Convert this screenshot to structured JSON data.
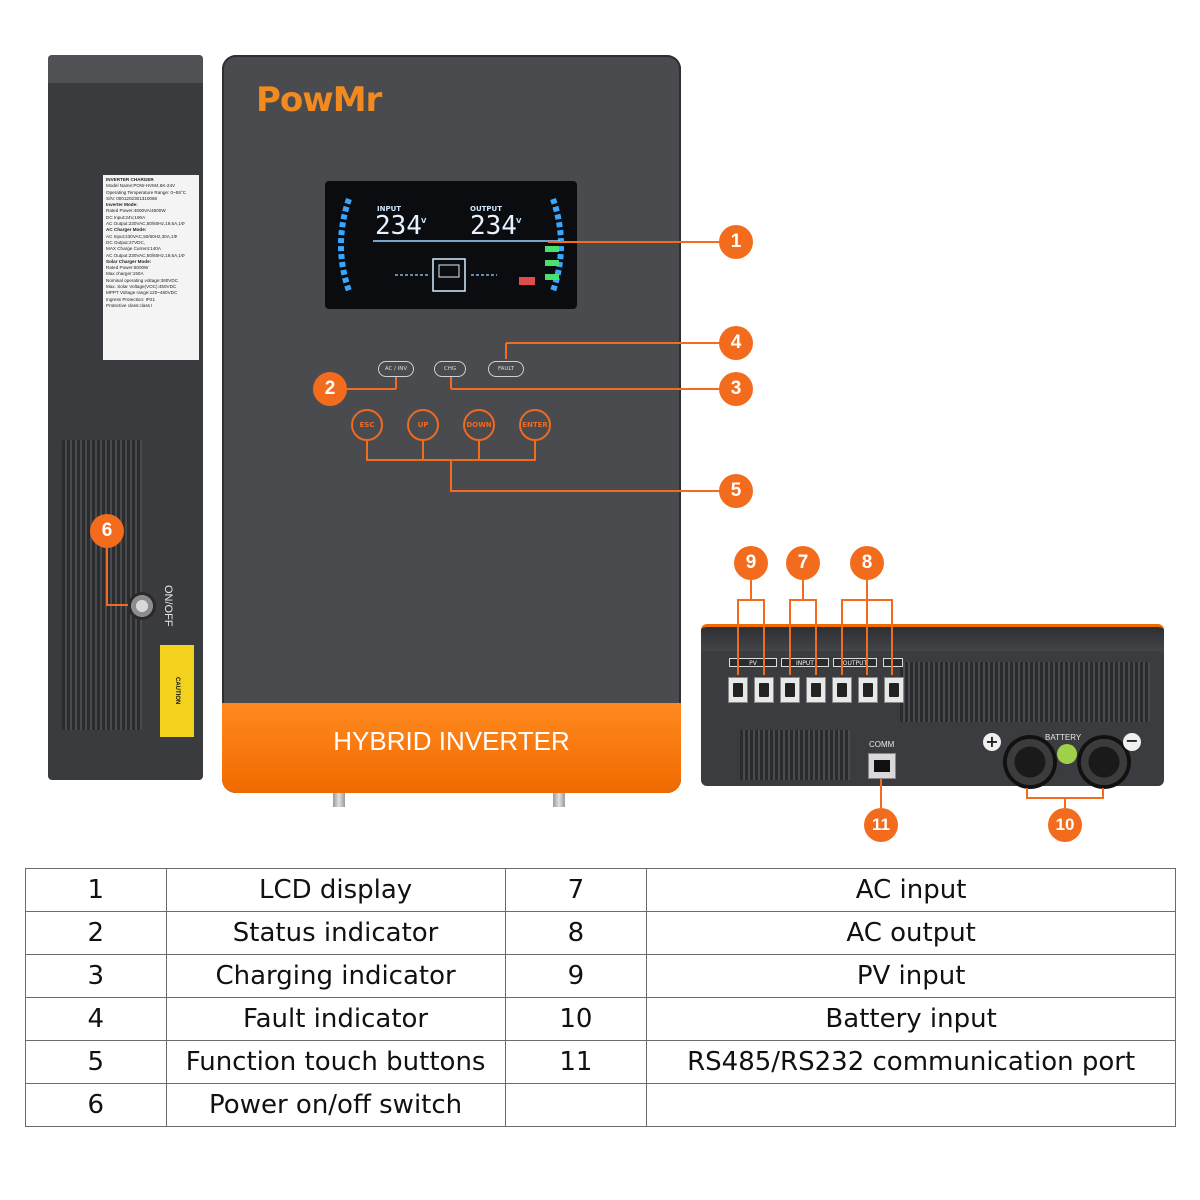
{
  "brand": "PowMr",
  "front_label": "HYBRID INVERTER",
  "side": {
    "switch_label": "ON/OFF",
    "caution": "CAUTION",
    "sticker_lines": [
      "INVERTER CHARGER",
      "Model Name:POW-HVM4.6K-24V",
      "Operating Temperature Range: 0~55°C",
      "S/N: 0001202301310086",
      "Inverter Mode:",
      "Rated Power:4600VA/4600W",
      "DC Input:24V,190A",
      "AC Output:230VAC,50/60Hz,19.5A,1Φ",
      "AC Charger Mode:",
      "AC Input:230VAC,50/60Hz,30A,1Φ",
      "DC Output:27VDC,",
      "MAX Charge Current:140A",
      "AC Output:230VAC,50/60Hz,19.5A,1Φ",
      "Solar Charger Mode:",
      "Rated Power:6000W",
      "Max charger:150A",
      "Nominal operating voltage:360VDC",
      "Max. Solar Voltage(VOC):450VDC",
      "MPPT Voltage range:120~450VDC",
      "Ingress Protection: IP21",
      "Protective class:class I"
    ]
  },
  "lcd": {
    "input_label": "INPUT",
    "input_value": "234",
    "output_label": "OUTPUT",
    "output_value": "234",
    "unit": "V"
  },
  "indicators": {
    "ac_inv": "AC / INV",
    "chg": "CHG",
    "fault": "FAULT"
  },
  "buttons": [
    "ESC",
    "UP",
    "DOWN",
    "ENTER"
  ],
  "bottom": {
    "pv": "PV",
    "input": "INPUT",
    "output": "OUTPUT",
    "comm": "COMM",
    "battery": "BATTERY"
  },
  "callouts": [
    "1",
    "2",
    "3",
    "4",
    "5",
    "6",
    "7",
    "8",
    "9",
    "10",
    "11"
  ],
  "table": [
    [
      "1",
      "LCD display",
      "7",
      "AC input"
    ],
    [
      "2",
      "Status indicator",
      "8",
      "AC output"
    ],
    [
      "3",
      "Charging indicator",
      "9",
      "PV input"
    ],
    [
      "4",
      "Fault indicator",
      "10",
      "Battery input"
    ],
    [
      "5",
      "Function touch buttons",
      "11",
      "RS485/RS232 communication port"
    ],
    [
      "6",
      "Power on/off switch",
      "",
      ""
    ]
  ],
  "colors": {
    "accent": "#f36b1c",
    "body": "#4a4b4f"
  }
}
